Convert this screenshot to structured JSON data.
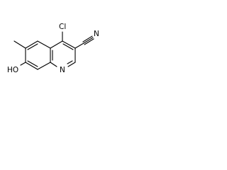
{
  "molecule": {
    "atoms": {
      "chlorine": "Cl",
      "hydroxyl": "HO",
      "nitrile_nitrogen": "N",
      "ring_nitrogen": "N"
    },
    "colors": {
      "bond": "#000000",
      "label": "#000000",
      "background": "#ffffff"
    }
  }
}
